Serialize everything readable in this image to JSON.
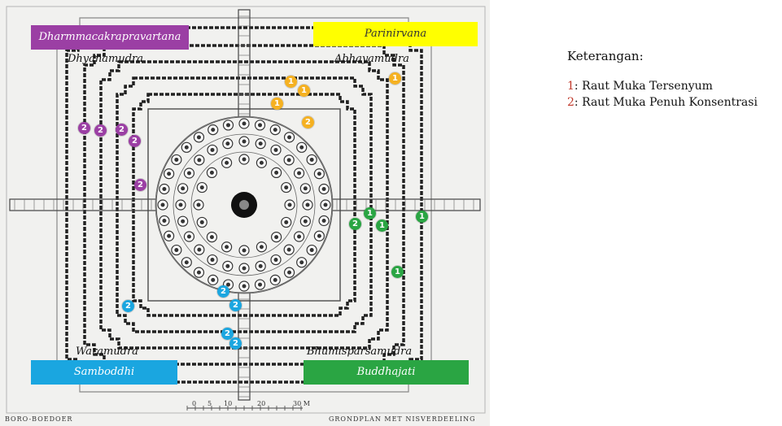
{
  "map": {
    "directions": {
      "northwest": {
        "text": "Dharmmacakrapravartana",
        "color": "#9b3fa4"
      },
      "northeast": {
        "text": "Parinirvana",
        "color": "#ffff00"
      },
      "southwest": {
        "text": "Samboddhi",
        "color": "#1aa6e0"
      },
      "southeast": {
        "text": "Buddhajati",
        "color": "#2aa543"
      }
    },
    "mudras": {
      "northwest": "Dhyanamudra",
      "northeast": "Abhayamudra",
      "southwest": "Waramudra",
      "southeast": "Bhumisparsamudra"
    },
    "marker_colors": {
      "purple": "#9b3fa4",
      "orange": "#f5b121",
      "green": "#2aa543",
      "blue": "#1aa6e0"
    },
    "markers": [
      {
        "n": "1",
        "c": "orange"
      },
      {
        "n": "1",
        "c": "orange"
      },
      {
        "n": "1",
        "c": "orange"
      },
      {
        "n": "1",
        "c": "orange"
      },
      {
        "n": "2",
        "c": "orange"
      },
      {
        "n": "2",
        "c": "purple"
      },
      {
        "n": "2",
        "c": "purple"
      },
      {
        "n": "2",
        "c": "purple"
      },
      {
        "n": "2",
        "c": "purple"
      },
      {
        "n": "2",
        "c": "purple"
      },
      {
        "n": "2",
        "c": "green"
      },
      {
        "n": "1",
        "c": "green"
      },
      {
        "n": "1",
        "c": "green"
      },
      {
        "n": "1",
        "c": "green"
      },
      {
        "n": "1",
        "c": "green"
      },
      {
        "n": "2",
        "c": "blue"
      },
      {
        "n": "2",
        "c": "blue"
      },
      {
        "n": "2",
        "c": "blue"
      },
      {
        "n": "2",
        "c": "blue"
      },
      {
        "n": "2",
        "c": "blue"
      }
    ],
    "caption_left": "BORO-BOEDOER",
    "caption_right": "GRONDPLAN MET NISVERDEELING",
    "scale": {
      "ticks": [
        "0",
        "5",
        "10",
        "20",
        "30 M"
      ]
    }
  },
  "legend": {
    "title": "Keterangan:",
    "items": [
      {
        "num": "1",
        "text": ": Raut Muka Tersenyum"
      },
      {
        "num": "2",
        "text": ": Raut Muka Penuh Konsentrasi"
      }
    ]
  }
}
